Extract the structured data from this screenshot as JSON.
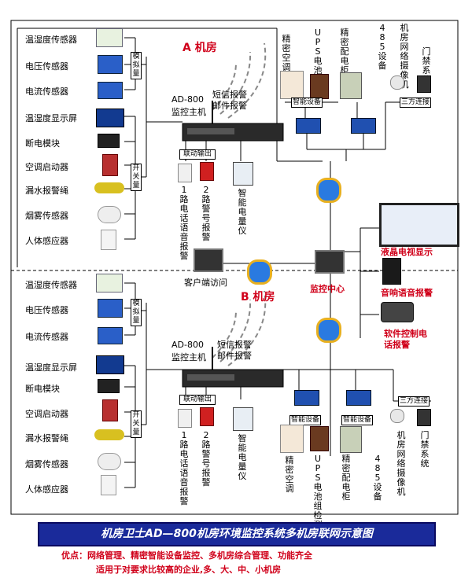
{
  "room_a": {
    "title": "A 机房",
    "host": [
      "AD-800",
      "监控主机"
    ],
    "sms": [
      "短信报警",
      "邮件报警"
    ],
    "sensors": [
      "温湿度传感器",
      "电压传感器",
      "电流传感器",
      "温湿度显示屏",
      "断电模块",
      "空调启动器",
      "漏水报警绳",
      "烟雾传感器",
      "人体感应器"
    ],
    "module_bus": "模拟量",
    "switch_bus": "开关量",
    "linkage": "联动输出",
    "out_voice": "1路电话语音报警",
    "out_alarm": "2路警号报警",
    "out_meter": "智能电量仪",
    "top_devices": [
      "精密空调",
      "UPS电池组检测",
      "精密配电柜",
      "485设备",
      "机房网络摄像机",
      "门禁系统"
    ],
    "smart_device": "智能设备",
    "third_party": "三方连接"
  },
  "room_b": {
    "title": "B 机房",
    "host": [
      "AD-800",
      "监控主机"
    ],
    "sms": [
      "短信报警",
      "邮件报警"
    ],
    "sensors": [
      "温湿度传感器",
      "电压传感器",
      "电流传感器",
      "温湿度显示屏",
      "断电模块",
      "空调启动器",
      "漏水报警绳",
      "烟雾传感器",
      "人体感应器"
    ],
    "module_bus": "模拟量",
    "switch_bus": "开关量",
    "linkage": "联动输出",
    "out_voice": "1路电话语音报警",
    "out_alarm": "2路警号报警",
    "out_meter": "智能电量仪",
    "smart_device_1": "智能设备",
    "smart_device_2": "智能设备",
    "bottom_devices": [
      "精密空调",
      "UPS电池组检测",
      "精密配电柜",
      "485设备",
      "机房网络摄像机",
      "门禁系统"
    ],
    "third_party": "三方连接"
  },
  "center": {
    "client": "客户端访问",
    "monitor": "监控中心",
    "lcd": "液晶电视显示",
    "speaker": "音响语音报警",
    "phone": "软件控制电话报警"
  },
  "footer": {
    "title": "机房卫士AD—800机房环境监控系统多机房联网示意图",
    "note1": "优点：网络管理、精密智能设备监控、多机房综合管理、功能齐全",
    "note2": "适用于对要求比较高的企业,多、大、中、小机房"
  },
  "colors": {
    "red": "#d0001a",
    "title_bg": "#1a2a9a",
    "line": "#000000"
  }
}
